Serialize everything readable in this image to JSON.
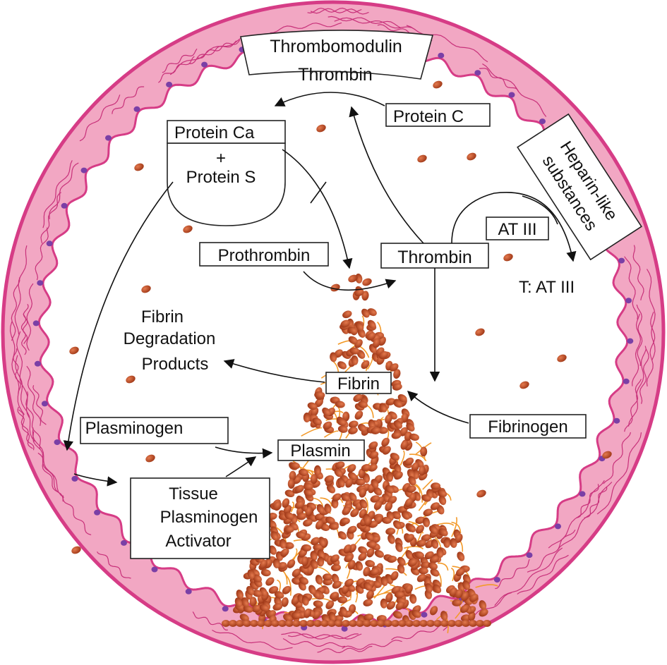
{
  "diagram": {
    "labels": {
      "thrombomodulin": "Thrombomodulin",
      "thrombin_top": "Thrombin",
      "protein_c": "Protein  C",
      "protein_ca": "Protein  Ca",
      "plus": "+",
      "protein_s": "Protein S",
      "heparin_line1": "Heparin-like",
      "heparin_line2": "substances",
      "at3": "AT III",
      "t_at3": "T: AT III",
      "prothrombin": "Prothrombin",
      "thrombin_mid": "Thrombin",
      "fdp_line1": "Fibrin",
      "fdp_line2": "Degradation",
      "fdp_line3": "Products",
      "fibrin": "Fibrin",
      "fibrinogen": "Fibrinogen",
      "plasminogen": "Plasminogen",
      "plasmin": "Plasmin",
      "tpa_line1": "Tissue",
      "tpa_line2": "Plasminogen",
      "tpa_line3": "Activator"
    },
    "colors": {
      "vessel_wall": "#f2a7c3",
      "vessel_outline": "#d63c86",
      "wall_lines": "#c8317a",
      "endothelial_nuclei": "#7a3fa6",
      "red_cells": "#b8451f",
      "fibrin_strands": "#f39a2a"
    }
  }
}
